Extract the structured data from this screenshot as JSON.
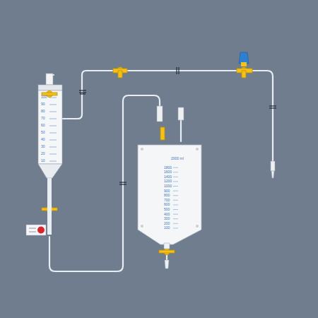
{
  "diagram": {
    "labels": [
      "100",
      "90",
      "80",
      "70",
      "60",
      "50",
      "40",
      "30",
      "20",
      "10",
      "2000 ml",
      "1800",
      "1600",
      "1400",
      "1200",
      "1000",
      "900",
      "800",
      "700",
      "600",
      "500",
      "400",
      "300",
      "200",
      "100"
    ]
  }
}
